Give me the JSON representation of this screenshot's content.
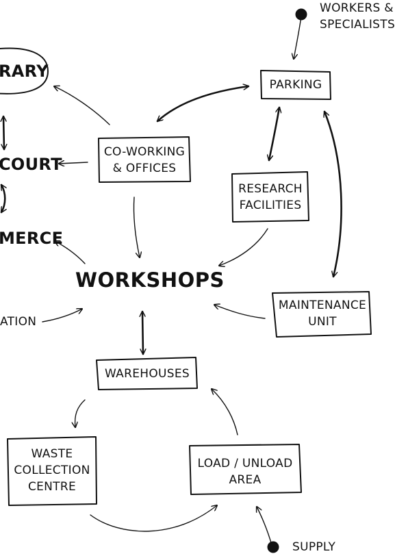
{
  "nodes": {
    "library": "RARY",
    "court": "COURT",
    "commerce": "MERCE",
    "education": "ATION",
    "workers": [
      "WORKERS &",
      "SPECIALISTS"
    ],
    "parking": "PARKING",
    "coworking": [
      "CO-WORKING",
      "& OFFICES"
    ],
    "research": [
      "RESEARCH",
      "FACILITIES"
    ],
    "workshops": "WORKSHOPS",
    "maintenance": [
      "MAINTENANCE",
      "UNIT"
    ],
    "warehouses": "WAREHOUSES",
    "waste": [
      "WASTE",
      "COLLECTION",
      "CENTRE"
    ],
    "load": [
      "LOAD / UNLOAD",
      "AREA"
    ],
    "supply": "SUPPLY"
  }
}
